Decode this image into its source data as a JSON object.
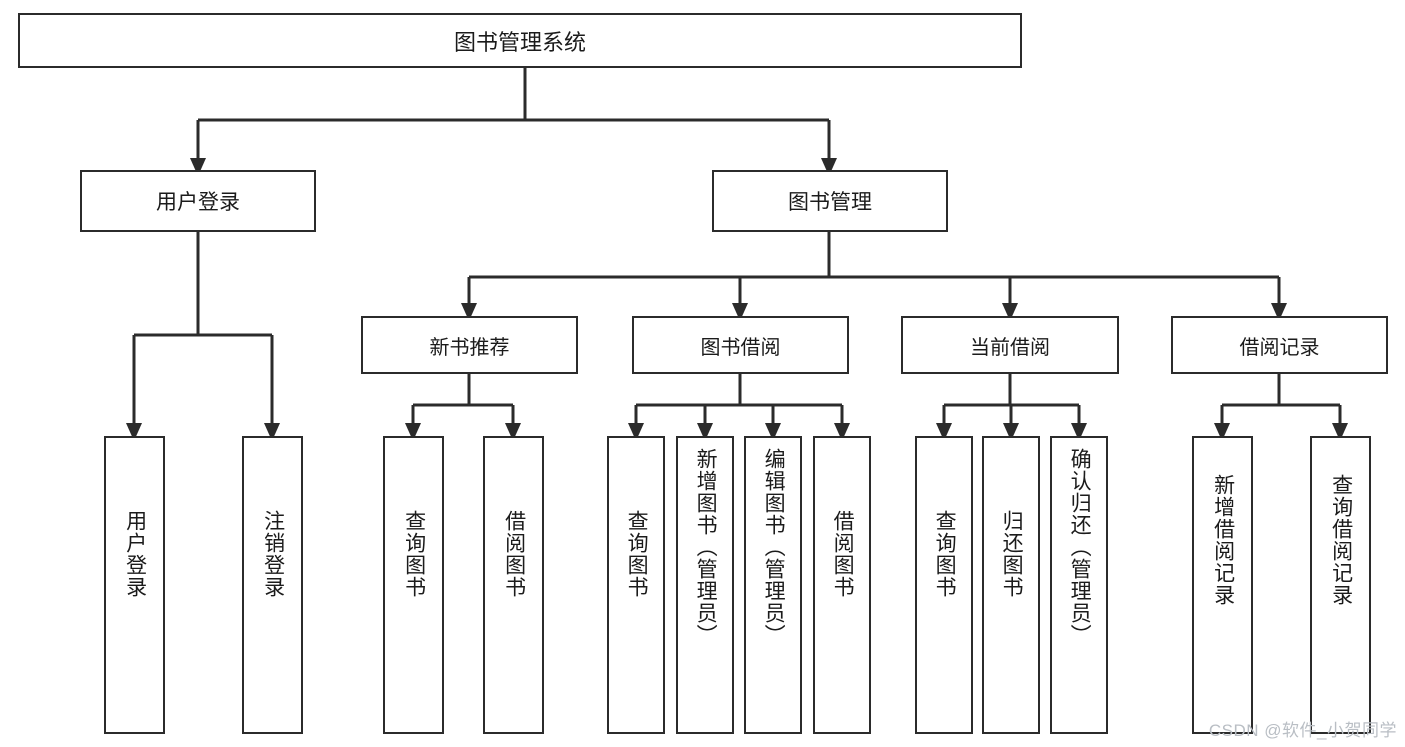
{
  "diagram": {
    "title": "图书管理系统",
    "type": "tree",
    "stroke_color": "#2b2b2b",
    "background_color": "#ffffff",
    "root": {
      "label": "图书管理系统"
    },
    "level2": [
      {
        "label": "用户登录"
      },
      {
        "label": "图书管理"
      }
    ],
    "level3": [
      {
        "label": "新书推荐"
      },
      {
        "label": "图书借阅"
      },
      {
        "label": "当前借阅"
      },
      {
        "label": "借阅记录"
      }
    ],
    "leaves": {
      "user_login": [
        {
          "label": "用户登录"
        },
        {
          "label": "注销登录"
        }
      ],
      "new_book_recommend": [
        {
          "label": "查询图书"
        },
        {
          "label": "借阅图书"
        }
      ],
      "book_borrow": [
        {
          "label": "查询图书"
        },
        {
          "label": "新增图书（管理员）"
        },
        {
          "label": "编辑图书（管理员）"
        },
        {
          "label": "借阅图书"
        }
      ],
      "current_borrow": [
        {
          "label": "查询图书"
        },
        {
          "label": "归还图书"
        },
        {
          "label": "确认归还（管理员）"
        }
      ],
      "borrow_record": [
        {
          "label": "新增借阅记录"
        },
        {
          "label": "查询借阅记录"
        }
      ]
    }
  },
  "watermark": {
    "text": "CSDN @软件_小贺同学",
    "color": "#b9bec4"
  }
}
